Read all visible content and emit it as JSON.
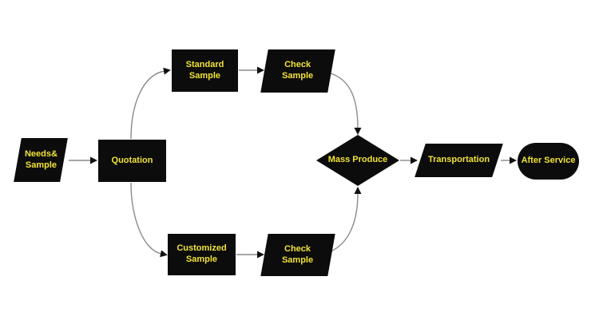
{
  "diagram": {
    "type": "flowchart",
    "nodes": [
      {
        "id": "needs-sample",
        "label": "Needs&\nSample",
        "shape": "parallelogram"
      },
      {
        "id": "quotation",
        "label": "Quotation",
        "shape": "rectangle"
      },
      {
        "id": "standard-sample",
        "label": "Standard\nSample",
        "shape": "rectangle"
      },
      {
        "id": "check-sample-top",
        "label": "Check\nSample",
        "shape": "parallelogram"
      },
      {
        "id": "customized-sample",
        "label": "Customized\nSample",
        "shape": "rectangle"
      },
      {
        "id": "check-sample-bottom",
        "label": "Check\nSample",
        "shape": "parallelogram"
      },
      {
        "id": "mass-produce",
        "label": "Mass Produce",
        "shape": "diamond"
      },
      {
        "id": "transportation",
        "label": "Transportation",
        "shape": "parallelogram"
      },
      {
        "id": "after-service",
        "label": "After Service",
        "shape": "stadium"
      }
    ],
    "edges": [
      {
        "from": "needs-sample",
        "to": "quotation"
      },
      {
        "from": "quotation",
        "to": "standard-sample"
      },
      {
        "from": "quotation",
        "to": "customized-sample"
      },
      {
        "from": "standard-sample",
        "to": "check-sample-top"
      },
      {
        "from": "customized-sample",
        "to": "check-sample-bottom"
      },
      {
        "from": "check-sample-top",
        "to": "mass-produce"
      },
      {
        "from": "check-sample-bottom",
        "to": "mass-produce"
      },
      {
        "from": "mass-produce",
        "to": "transportation"
      },
      {
        "from": "transportation",
        "to": "after-service"
      }
    ],
    "colors": {
      "background": "#ffffff",
      "node_fill": "#0c0c0c",
      "label": "#f1e235",
      "connector": "#8a8a8a",
      "arrowhead": "#111111"
    }
  }
}
